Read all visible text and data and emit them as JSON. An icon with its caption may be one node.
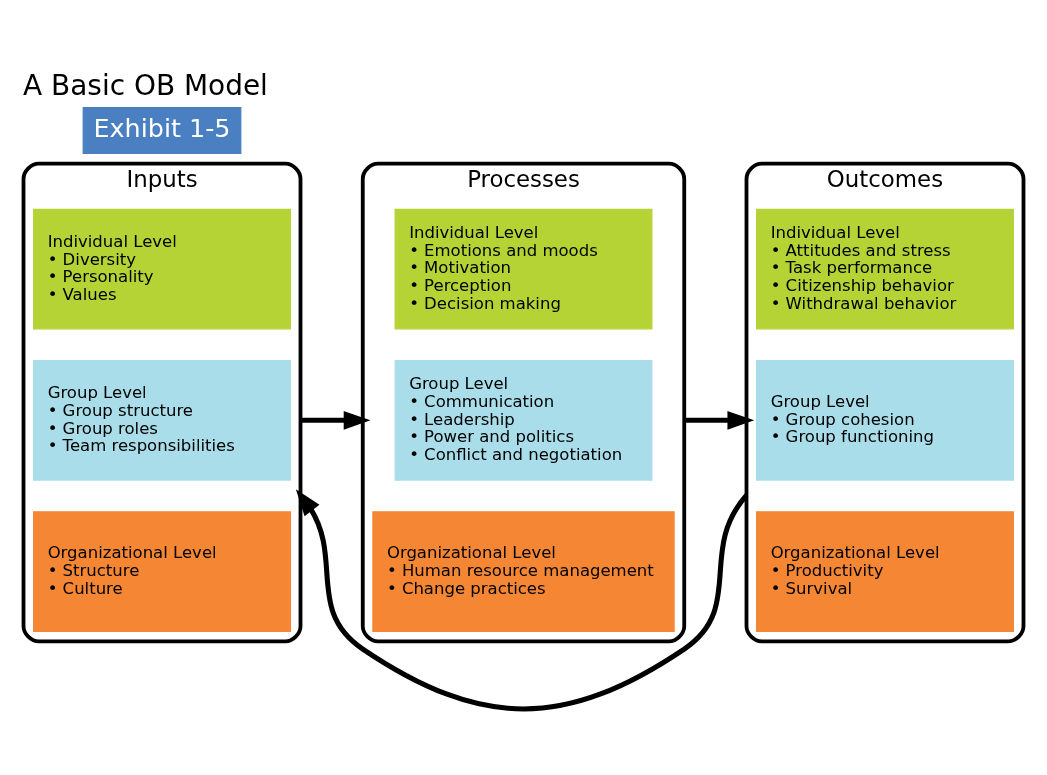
{
  "diagram": {
    "title": "A Basic OB Model",
    "nodes": [
      {
        "text": [
          "Inputs"
        ]
      },
      {
        "text": [
          "Individual Level",
          "• Diversity",
          "• Personality",
          "• Values"
        ],
        "in": 0
      },
      {
        "text": [
          "Group Level",
          "• Group structure",
          "• Group roles",
          "• Team responsibilities"
        ],
        "in": 0
      },
      {
        "text": [
          "Organizational Level",
          "• Structure",
          "• Culture"
        ],
        "in": 0
      },
      {
        "text": [
          "Processes"
        ]
      },
      {
        "text": [
          "Individual Level",
          "• Emotions and moods",
          "• Motivation",
          "• Perception",
          "• Decision making"
        ],
        "in": 4
      },
      {
        "text": [
          "Group Level",
          "• Communication",
          "• Leadership",
          "• Power and politics",
          "• Conflict and negotiation"
        ],
        "in": 4
      },
      {
        "text": [
          "Organizational Level",
          "• Human resource management",
          "• Change practices"
        ],
        "in": 4
      },
      {
        "text": [
          "Outcomes"
        ]
      },
      {
        "text": [
          "Individual Level",
          "• Attitudes and stress",
          "• Task performance",
          "• Citizenship behavior",
          "• Withdrawal behavior"
        ],
        "in": 8
      },
      {
        "text": [
          "Group Level",
          "• Group cohesion",
          "• Group functioning"
        ],
        "in": 8
      },
      {
        "text": [
          "Organizational Level",
          "• Productivity",
          "• Survival"
        ],
        "in": 8
      }
    ],
    "edges": [
      {
        "from": 0,
        "to": 4,
        "arrow": "to"
      },
      {
        "from": 4,
        "to": 8,
        "arrow": "to"
      },
      {
        "from": 8,
        "to": 0,
        "arrow": "to"
      }
    ],
    "labels": [
      "Exhibit 1-5"
    ]
  }
}
